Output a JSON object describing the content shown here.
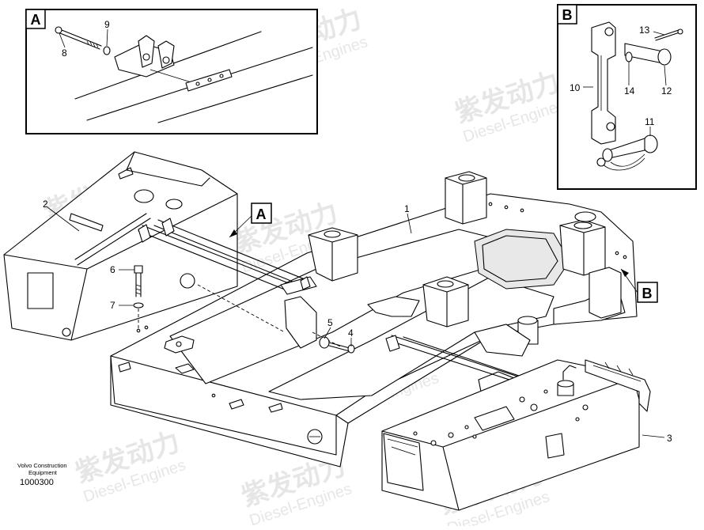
{
  "watermark": {
    "brand_cn": "紫发动力",
    "brand_en": "Diesel-Engines"
  },
  "detail_boxes": [
    {
      "label": "A"
    },
    {
      "label": "B"
    }
  ],
  "callout_tags": [
    {
      "label": "A"
    },
    {
      "label": "B"
    }
  ],
  "part_numbers": [
    "1",
    "2",
    "3",
    "4",
    "5",
    "6",
    "7",
    "8",
    "9",
    "10",
    "11",
    "12",
    "13",
    "14"
  ],
  "footer": {
    "company_line1": "Volvo Construction",
    "company_line2": "Equipment",
    "drawing_number": "1000300"
  }
}
